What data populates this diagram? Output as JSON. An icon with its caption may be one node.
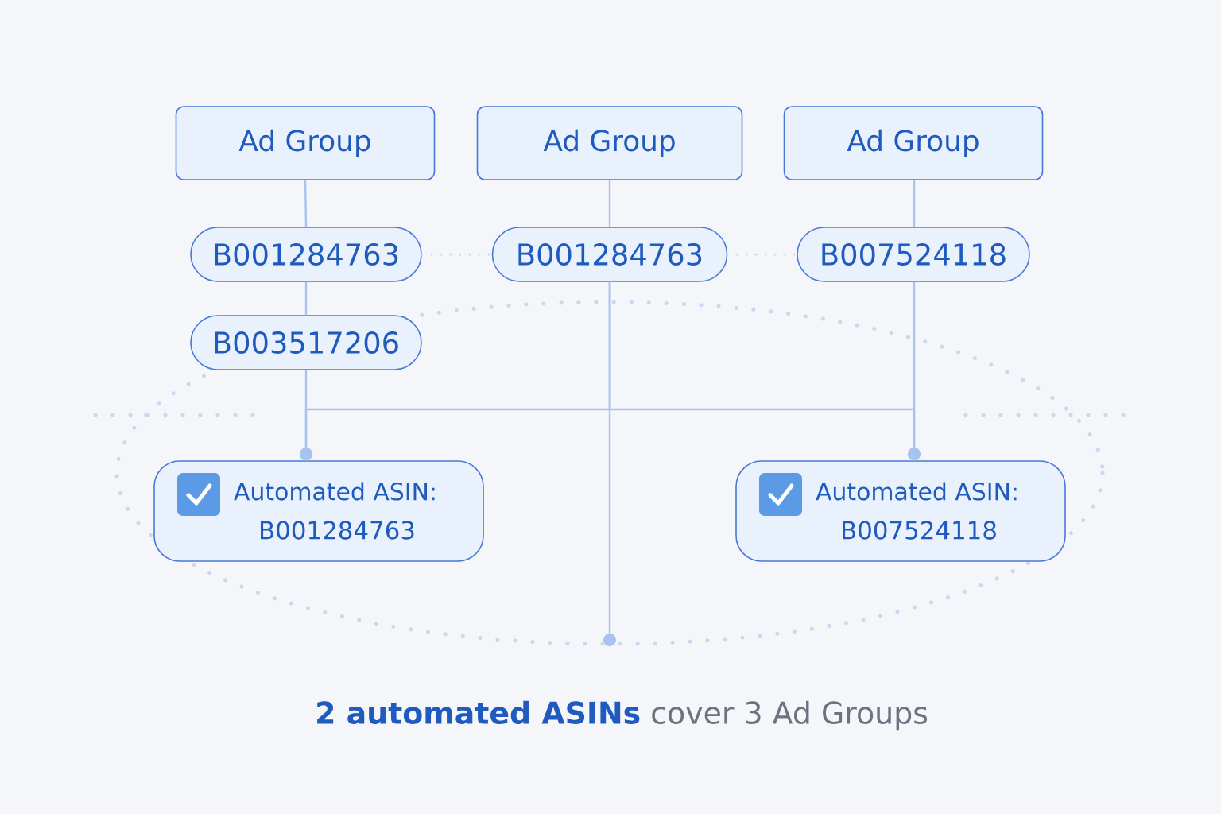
{
  "diagram": {
    "caption": "**2 automated ASINs** cover 3 Ad Groups",
    "nodes": [
      {
        "text": [
          "Ad Group"
        ]
      },
      {
        "text": [
          "Ad Group"
        ]
      },
      {
        "text": [
          "Ad Group"
        ]
      },
      {
        "text": [
          "B001284763"
        ]
      },
      {
        "text": [
          "B001284763"
        ]
      },
      {
        "text": [
          "B007524118"
        ]
      },
      {
        "text": [
          "B003517206"
        ]
      },
      {
        "text": [
          "Automated ASIN:",
          "B001284763"
        ]
      },
      {
        "text": [
          "Automated ASIN:",
          "B007524118"
        ]
      },
      {
        "text": [],
        "shape": "circle"
      }
    ],
    "edges": [
      {
        "from": 0,
        "to": 3,
        "arrow": "none"
      },
      {
        "from": 1,
        "to": 4,
        "arrow": "none"
      },
      {
        "from": 2,
        "to": 5,
        "arrow": "none"
      },
      {
        "from": 3,
        "to": 6,
        "arrow": "none"
      },
      {
        "from": 3,
        "to": 4,
        "arrow": "none",
        "style": "dashed"
      },
      {
        "from": 4,
        "to": 5,
        "arrow": "none",
        "style": "dashed"
      },
      {
        "from": 6,
        "to": 7,
        "arrow": "other"
      },
      {
        "from": 5,
        "to": 8,
        "arrow": "other"
      },
      {
        "from": 4,
        "to": 7,
        "arrow": "other"
      },
      {
        "from": 4,
        "to": 8,
        "arrow": "other"
      },
      {
        "from": 4,
        "to": 9,
        "arrow": "none"
      }
    ]
  }
}
